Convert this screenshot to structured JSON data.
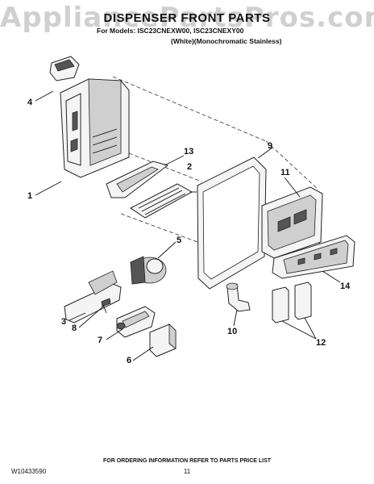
{
  "watermark": "AppliancePartsPros.com",
  "header": {
    "title": "DISPENSER FRONT PARTS",
    "models": "For Models: ISC23CNEXW00, ISC23CNEXY00",
    "colors": "(White)(Monochromatic Stainless)"
  },
  "callouts": [
    "1",
    "2",
    "3",
    "4",
    "5",
    "6",
    "7",
    "8",
    "9",
    "10",
    "11",
    "12",
    "13",
    "14"
  ],
  "footer": {
    "note": "FOR ORDERING INFORMATION REFER TO PARTS PRICE LIST",
    "doc_number": "W10433590",
    "page_number": "11"
  }
}
